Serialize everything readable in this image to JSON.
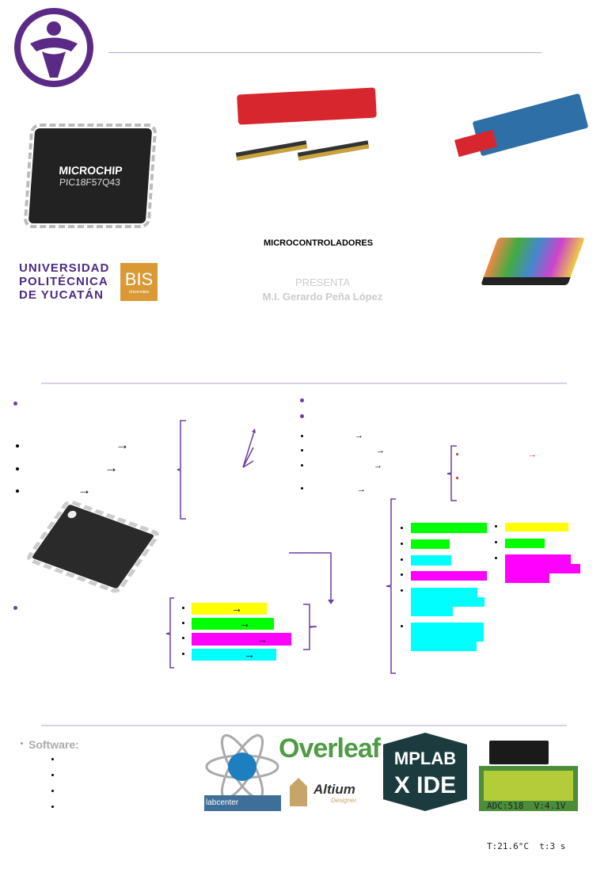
{
  "header": {
    "title": "MICROCONTROLADORES",
    "presenta": "PRESENTA",
    "author": "M.I. Gerardo Peña López"
  },
  "logos": {
    "upy": [
      "UNIVERSIDAD",
      "POLITÉCNICA",
      "DE YUCATÁN"
    ],
    "bis": "BIS",
    "bis_sub": "Universities",
    "chip_brand": "MICROCHIP",
    "chip_part": "PIC18F57Q43",
    "overleaf": "Overleaf",
    "altium": "Altium",
    "altium_sub": "Designer.",
    "labcenter": "labcenter",
    "mplab": "MPLAB",
    "xide": "X IDE",
    "lcd_line1": "ADC:518  V:4.1V",
    "lcd_line2": "T:21.6°C  t:3 s"
  },
  "software": {
    "label": "Software:"
  },
  "icons": {
    "arrow": "→"
  },
  "colors": {
    "purple": "#5b2a86",
    "yellow": "#ffff00",
    "green": "#00ff00",
    "magenta": "#ff00ff",
    "cyan": "#00ffff",
    "bis_gold": "#d99a36"
  }
}
